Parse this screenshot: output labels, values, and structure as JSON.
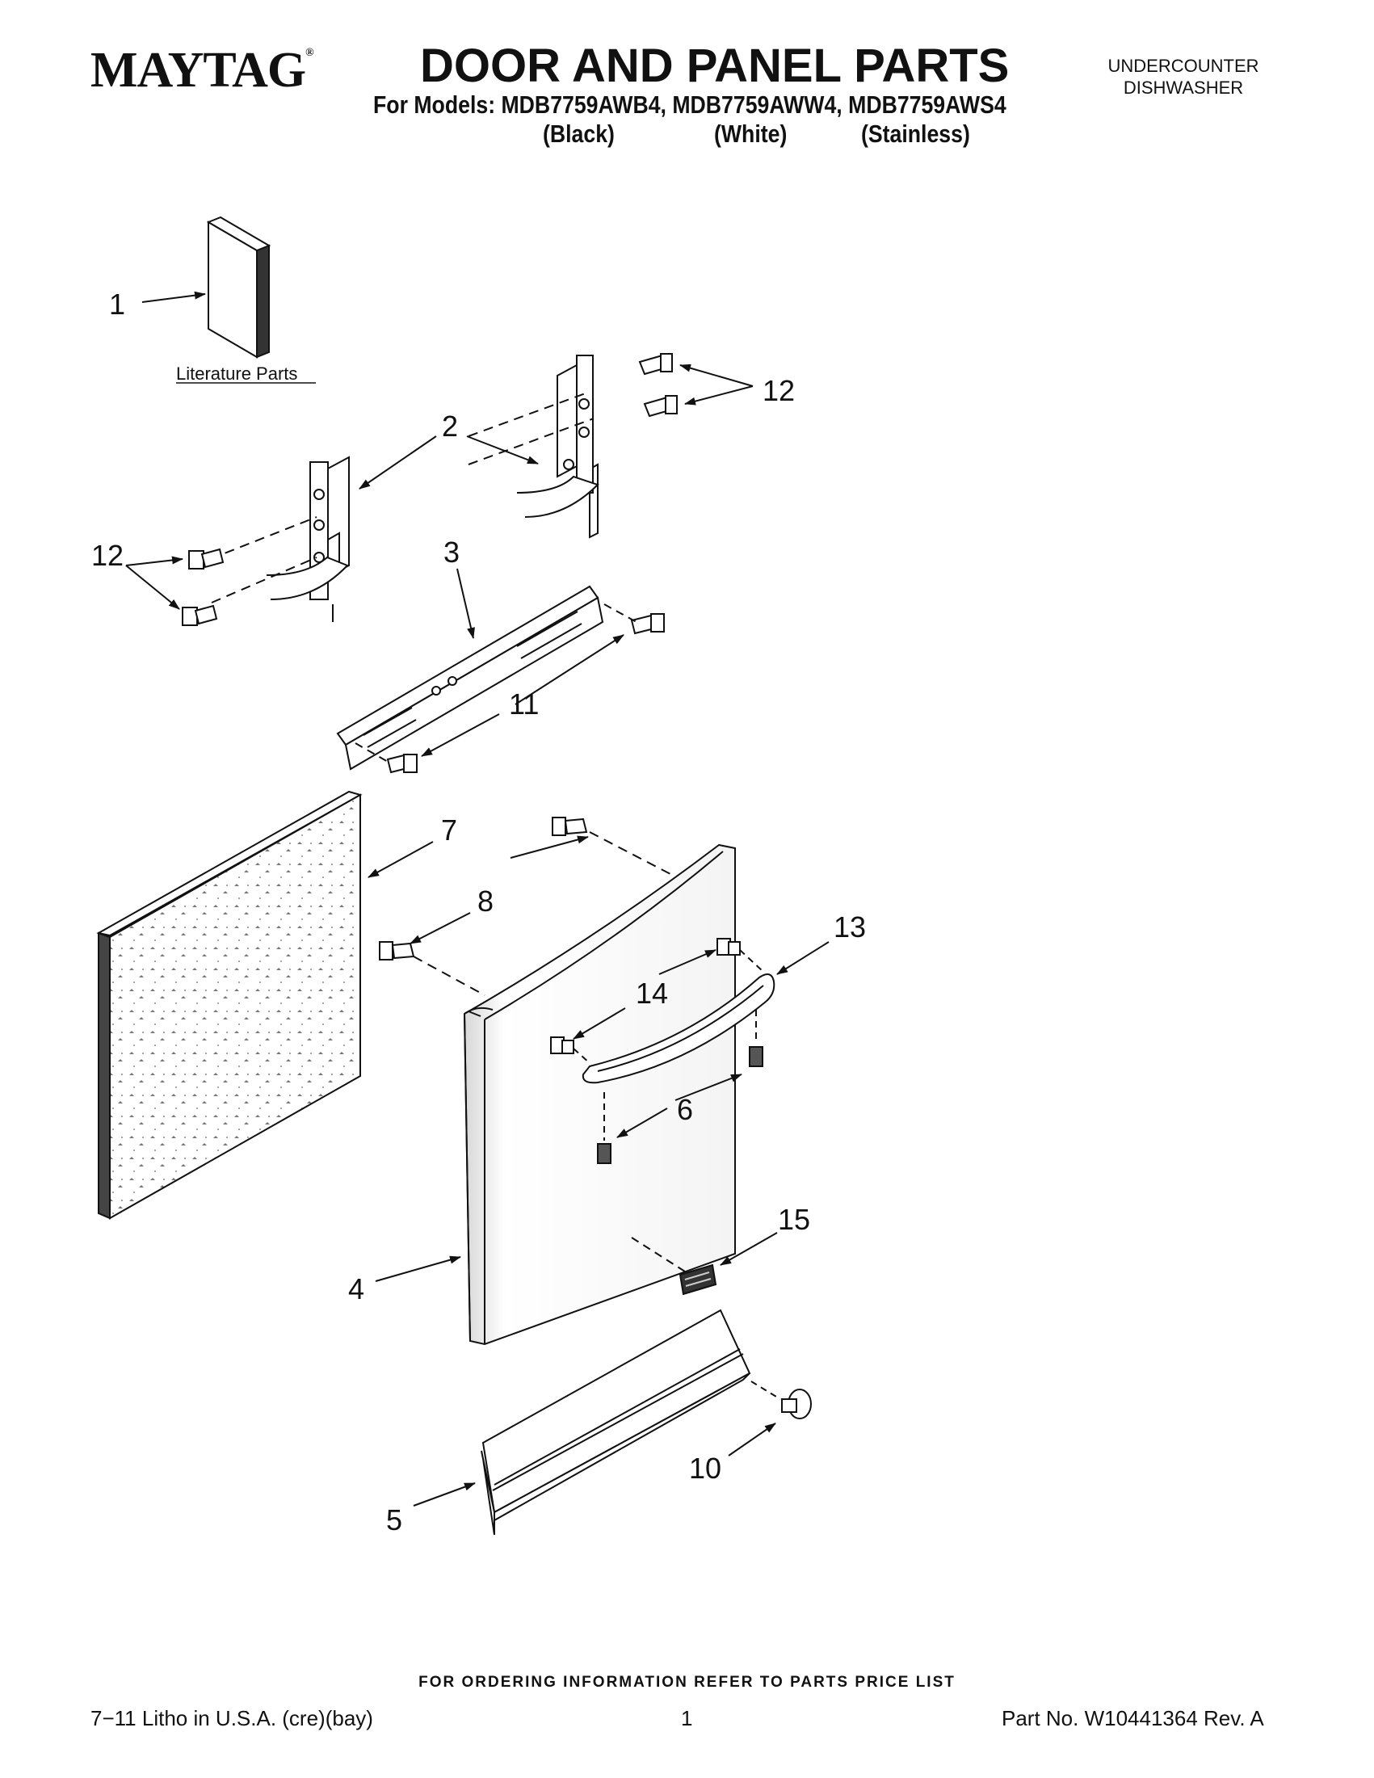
{
  "header": {
    "brand": "MAYTAG",
    "brand_mark": "®",
    "title": "DOOR AND PANEL PARTS",
    "models_line": "For Models: MDB7759AWB4, MDB7759AWW4, MDB7759AWS4",
    "variants": [
      "(Black)",
      "(White)",
      "(Stainless)"
    ],
    "category_line1": "UNDERCOUNTER",
    "category_line2": "DISHWASHER"
  },
  "diagram": {
    "literature_label": "Literature Parts",
    "callouts": {
      "c1": "1",
      "c2": "2",
      "c3": "3",
      "c4": "4",
      "c5": "5",
      "c6": "6",
      "c7": "7",
      "c8": "8",
      "c10": "10",
      "c11": "11",
      "c12a": "12",
      "c12b": "12",
      "c13": "13",
      "c14": "14",
      "c15": "15"
    }
  },
  "footer": {
    "ordering_note": "FOR ORDERING INFORMATION REFER TO PARTS PRICE LIST",
    "litho": "7−11 Litho in U.S.A. (cre)(bay)",
    "page_number": "1",
    "part_number": "Part No. W10441364 Rev. A"
  }
}
